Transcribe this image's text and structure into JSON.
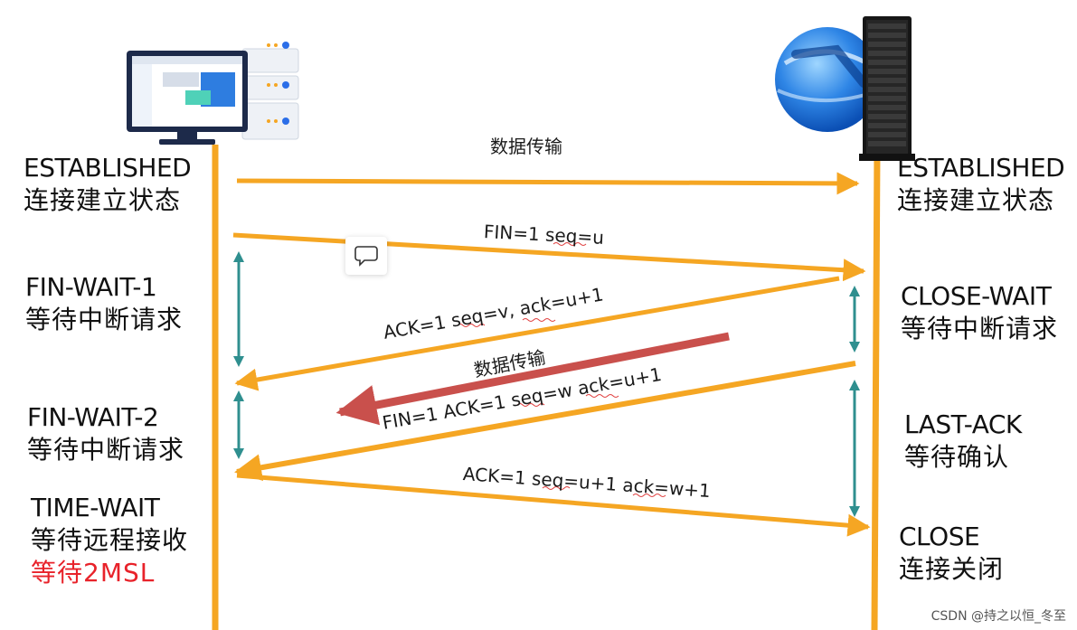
{
  "client": {
    "states": [
      {
        "en": "ESTABLISHED",
        "zh": "连接建立状态"
      },
      {
        "en": "FIN-WAIT-1",
        "zh": "等待中断请求"
      },
      {
        "en": "FIN-WAIT-2",
        "zh": "等待中断请求"
      },
      {
        "en": "TIME-WAIT",
        "zh": "等待远程接收",
        "highlight": "等待2MSL"
      }
    ]
  },
  "server": {
    "states": [
      {
        "en": "ESTABLISHED",
        "zh": "连接建立状态"
      },
      {
        "en": "CLOSE-WAIT",
        "zh": "等待中断请求"
      },
      {
        "en": "LAST-ACK",
        "zh": "等待确认"
      },
      {
        "en": "CLOSE",
        "zh": "连接关闭"
      }
    ]
  },
  "messages": {
    "data_transfer_top": "数据传输",
    "fin1": "FIN=1  seq=u",
    "ack1": "ACK=1  seq=v,  ack=u+1",
    "data_transfer_mid": "数据传输",
    "fin2": "FIN=1 ACK=1  seq=w  ack=u+1",
    "ack2": "ACK=1   seq=u+1   ack=w+1"
  },
  "watermark": "CSDN @持之以恒_冬至",
  "colors": {
    "lifeline": "#f5a623",
    "arrow": "#f5a623",
    "data_arrow": "#c9504c",
    "interval_marker": "#2f8f8f",
    "highlight_text": "#e8222a"
  },
  "icons": [
    "client-computer-icon",
    "server-rack-icon",
    "globe-icon",
    "comment-icon"
  ]
}
